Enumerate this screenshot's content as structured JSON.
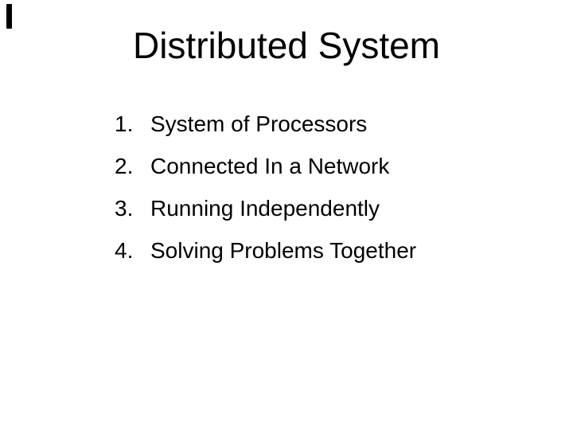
{
  "slide": {
    "title": "Distributed System",
    "items": [
      {
        "num": "1.",
        "text": "System of Processors"
      },
      {
        "num": "2.",
        "text": "Connected In a Network"
      },
      {
        "num": "3.",
        "text": "Running Independently"
      },
      {
        "num": "4.",
        "text": "Solving Problems Together"
      }
    ],
    "colors": {
      "background": "#ffffff",
      "text": "#000000",
      "artifact_bar": "#000000"
    }
  }
}
